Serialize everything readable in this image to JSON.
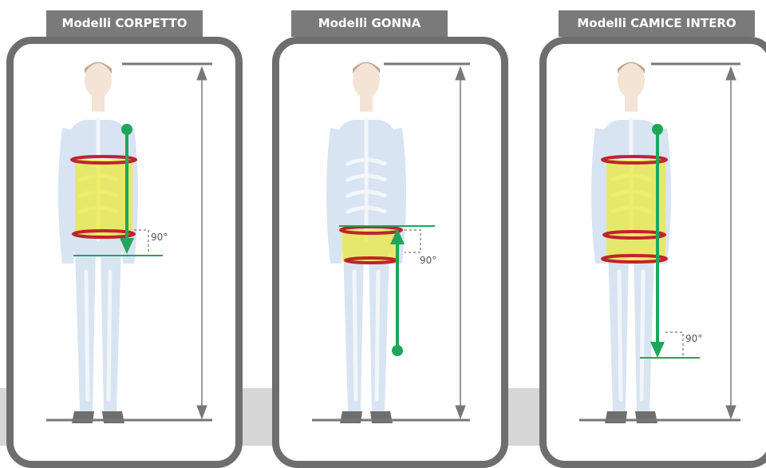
{
  "panels": [
    {
      "id": "corpetto",
      "title": "Modelli CORPETTO",
      "angle_label": "90°"
    },
    {
      "id": "gonna",
      "title": "Modelli GONNA",
      "angle_label": "90°"
    },
    {
      "id": "camice",
      "title": "Modelli CAMICE INTERO",
      "angle_label": "90°"
    }
  ],
  "colors": {
    "tab": "#7a7a7a",
    "frame": "#6e6e6e",
    "measure_arrow": "#1fa65a",
    "circumference_band": "#c0242b",
    "highlight": "#eaea3c",
    "height_line": "#777777"
  }
}
